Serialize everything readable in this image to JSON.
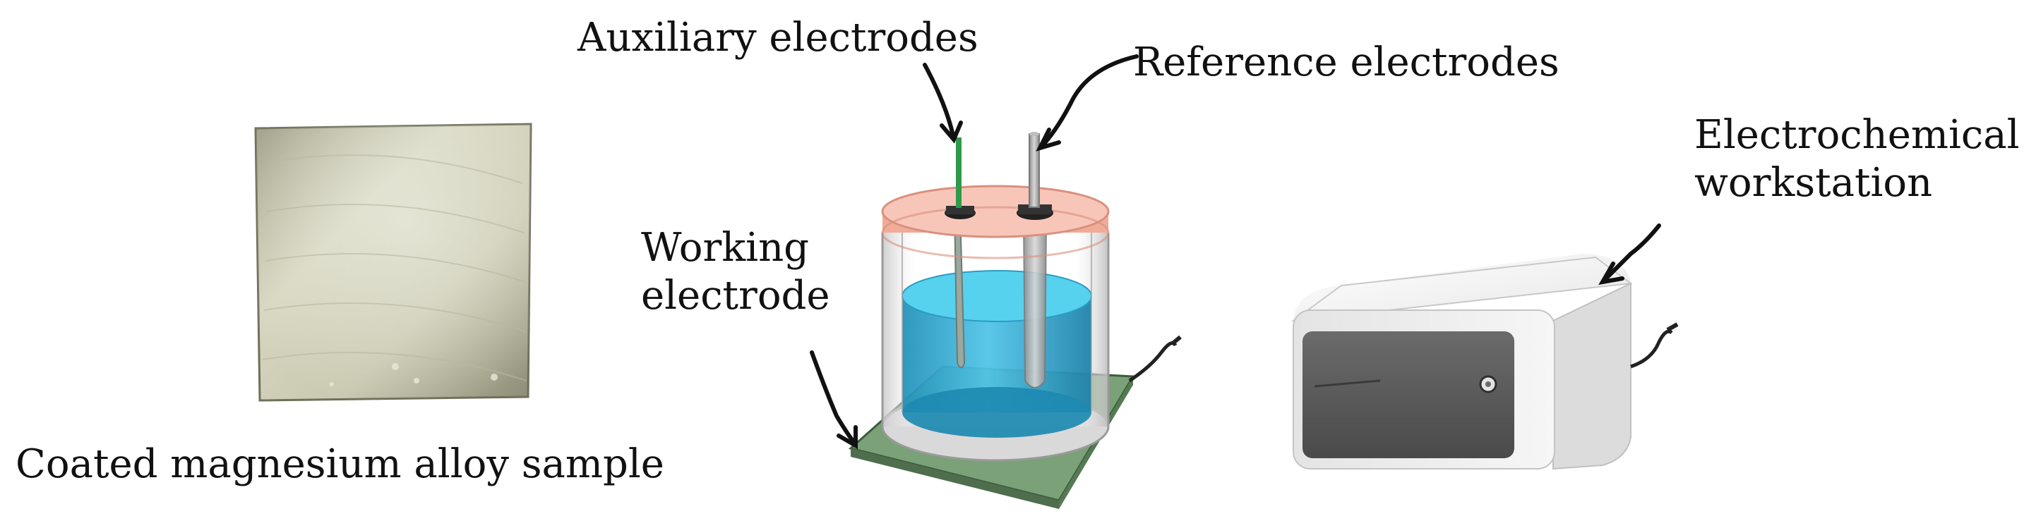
{
  "labels": {
    "sample": "Coated magnesium alloy sample",
    "auxiliary": "Auxiliary electrodes",
    "reference": "Reference electrodes",
    "working": [
      "Working",
      "electrode"
    ],
    "workstation": [
      "Electrochemical",
      "workstation"
    ]
  },
  "colors": {
    "sample_metal": "#cbcbb2",
    "sample_dark": "#6f6f5a",
    "lid": "#f4b7a6",
    "electrolyte": "#37b7e0",
    "electrolyte_top": "#56d2ef",
    "base_plate": "#7aa177",
    "aux_rod": "#2f9a4a",
    "ref_rod": "#a7a7a7",
    "device_body": "#eeeeee",
    "device_panel": "#5e5e5e",
    "arrow": "#111111"
  }
}
